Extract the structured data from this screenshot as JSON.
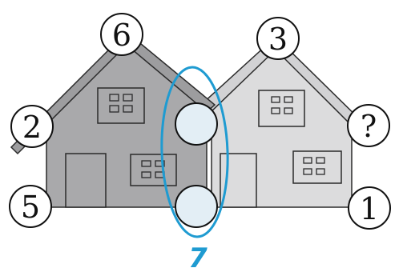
{
  "left_house": {
    "roof_top": "6",
    "roof_left": "2",
    "bottom_left": "5"
  },
  "right_house": {
    "roof_top": "3",
    "roof_right": "?",
    "bottom_right": "1"
  },
  "middle": {
    "upper_circle": "",
    "lower_circle": "",
    "handwritten_sum": "7"
  },
  "colors": {
    "left_house_fill": "#a9a9ab",
    "right_house_fill": "#dcdcdd",
    "outline": "#2b2b2b",
    "highlight_blue": "#1f9bd1",
    "empty_circle_fill": "#e3eef5"
  }
}
